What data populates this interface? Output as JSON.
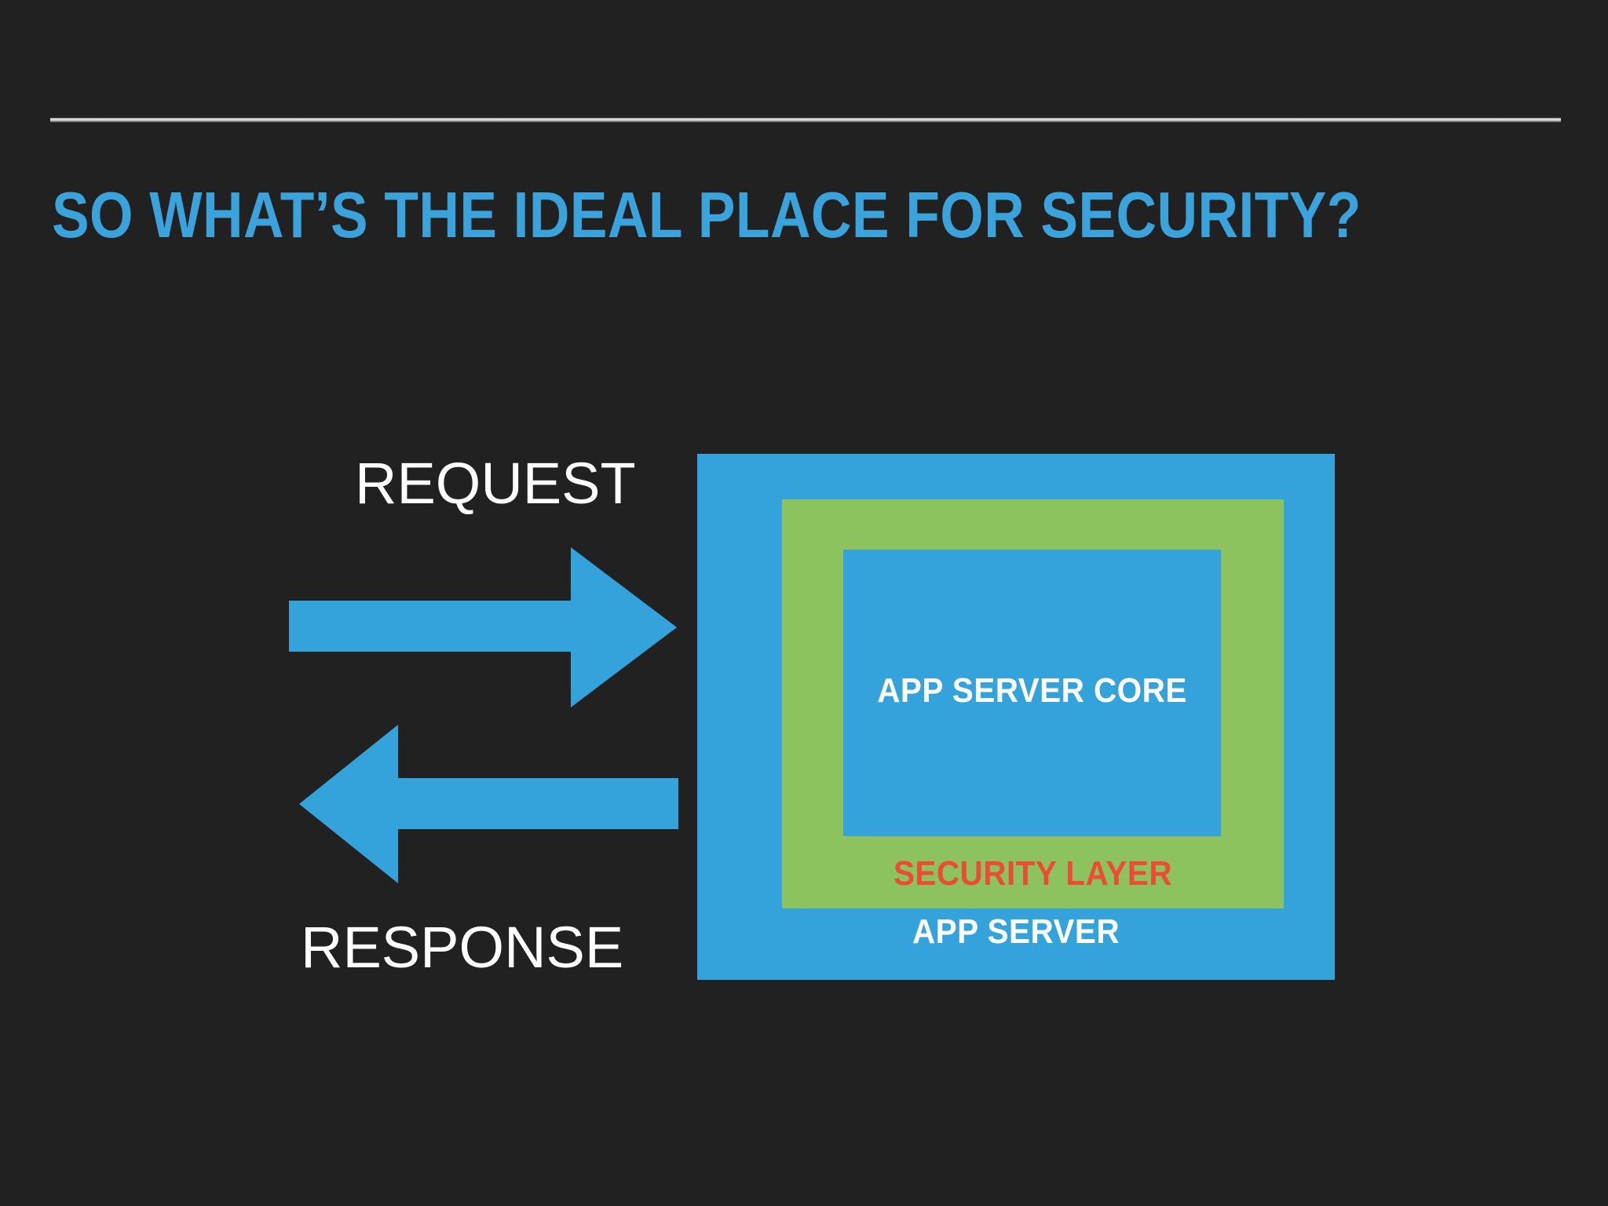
{
  "slide": {
    "background_color": "#212121",
    "title": "SO WHAT’S THE IDEAL PLACE FOR SECURITY?",
    "title_color": "#3BA3DC",
    "divider_color": "#D8D8D8"
  },
  "diagram": {
    "type": "nested-boxes-with-arrows",
    "arrows": [
      {
        "name": "request",
        "label": "REQUEST",
        "direction": "right",
        "color": "#35A3DB",
        "label_color": "#FFFFFF"
      },
      {
        "name": "response",
        "label": "RESPONSE",
        "direction": "left",
        "color": "#35A3DB",
        "label_color": "#FFFFFF"
      }
    ],
    "boxes": [
      {
        "name": "app-server",
        "label": "APP SERVER",
        "fill": "#35A3DB",
        "label_color": "#FFFFFF",
        "level": 0
      },
      {
        "name": "security-layer",
        "label": "SECURITY LAYER",
        "fill": "#8CC35E",
        "label_color": "#EE4B36",
        "level": 1
      },
      {
        "name": "app-server-core",
        "label": "APP SERVER CORE",
        "fill": "#35A3DB",
        "label_color": "#FFFFFF",
        "level": 2
      }
    ]
  }
}
